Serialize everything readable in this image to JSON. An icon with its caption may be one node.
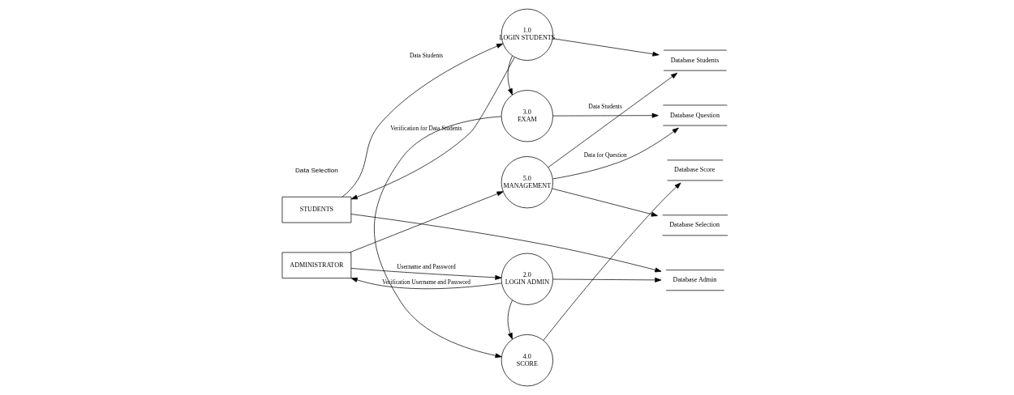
{
  "diagram": {
    "nodes": [
      {
        "text": [
          "STUDENTS"
        ]
      },
      {
        "text": [
          "1.0",
          "LOGIN STUDENTS"
        ]
      },
      {
        "text": [
          "Database Students"
        ]
      },
      {
        "text": [
          "3.0",
          "EXAM"
        ]
      },
      {
        "text": [
          "Database Question"
        ]
      },
      {
        "text": [
          "4.0",
          "SCORE"
        ]
      },
      {
        "text": [
          "Database Score"
        ]
      },
      {
        "text": [
          "ADMINISTRATOR"
        ]
      },
      {
        "text": [
          "2.0",
          "LOGIN ADMIN"
        ]
      },
      {
        "text": [
          "Database Selection"
        ]
      },
      {
        "text": [
          "5.0",
          "MANAGEMENT"
        ]
      },
      {
        "text": [
          "Database Admin"
        ]
      }
    ],
    "edges": [
      {
        "from": 0,
        "to": 1,
        "arrow": "to",
        "label": "Data Students"
      },
      {
        "from": 1,
        "to": 0,
        "arrow": "to",
        "label": "Verification for Data Students"
      },
      {
        "from": 1,
        "to": 2,
        "arrow": "to"
      },
      {
        "from": 1,
        "to": 3,
        "arrow": "to"
      },
      {
        "from": 3,
        "to": 4,
        "arrow": "to"
      },
      {
        "from": 3,
        "to": 5,
        "arrow": "to"
      },
      {
        "from": 5,
        "to": 6,
        "arrow": "to"
      },
      {
        "from": 8,
        "to": 5,
        "arrow": "to"
      },
      {
        "from": 7,
        "to": 8,
        "arrow": "to",
        "label": "Username and Password"
      },
      {
        "from": 8,
        "to": 7,
        "arrow": "to",
        "label": "Verification Username and Password"
      },
      {
        "from": 7,
        "to": 10,
        "arrow": "to"
      },
      {
        "from": 10,
        "to": 9,
        "arrow": "to"
      },
      {
        "from": 10,
        "to": 2,
        "arrow": "to",
        "label": "Data Students"
      },
      {
        "from": 10,
        "to": 4,
        "arrow": "to",
        "label": "Data for Question"
      },
      {
        "from": 8,
        "to": 11,
        "arrow": "to"
      },
      {
        "from": 0,
        "to": 11,
        "arrow": "to"
      }
    ],
    "labels": [
      "Data Selection"
    ]
  }
}
